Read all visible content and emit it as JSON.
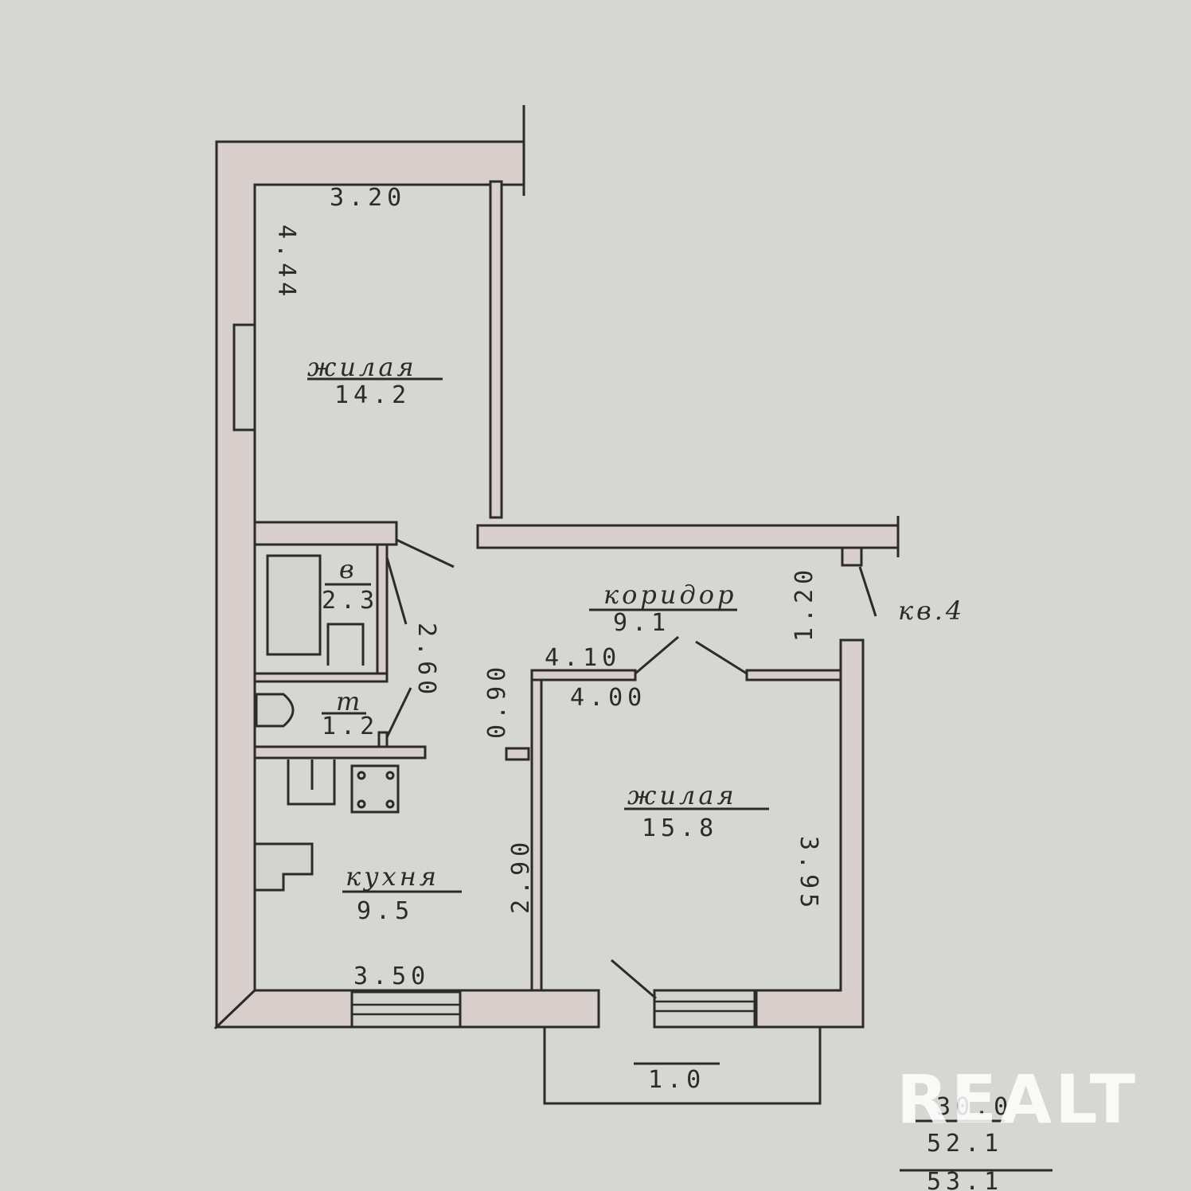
{
  "rooms": {
    "living_top": {
      "name": "жилая",
      "area": "14.2"
    },
    "bath": {
      "name": "в",
      "area": "2.3"
    },
    "toilet": {
      "name": "т",
      "area": "1.2"
    },
    "kitchen": {
      "name": "кухня",
      "area": "9.5"
    },
    "corridor": {
      "name": "коридор",
      "area": "9.1"
    },
    "living_right": {
      "name": "жилая",
      "area": "15.8"
    },
    "balcony": {
      "area": "1.0"
    }
  },
  "dimensions": {
    "top_width": "3.20",
    "top_depth": "4.44",
    "wet_block": "2.60",
    "corridor_w1": "4.10",
    "corridor_w2": "4.00",
    "door_gap": "0.90",
    "entry": "1.20",
    "kitchen_depth": "2.90",
    "kitchen_width": "3.50",
    "right_depth": "3.95"
  },
  "apartment_label": "кв.4",
  "totals": {
    "line1": "30.0",
    "line2": "52.1",
    "line3": "53.1"
  },
  "watermark": "REALT"
}
